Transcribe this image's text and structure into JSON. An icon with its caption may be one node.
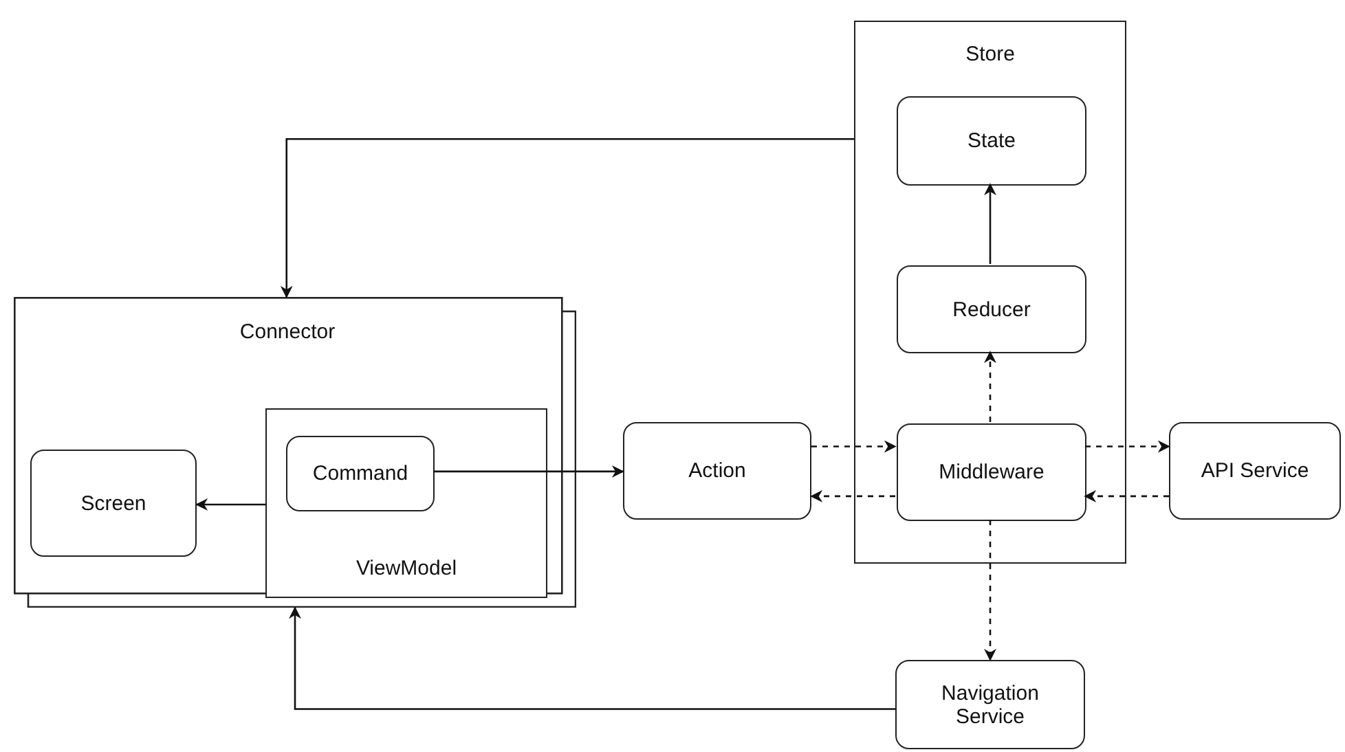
{
  "diagram": {
    "nodes": [
      {
        "text": [
          "Connector"
        ]
      },
      {
        "text": [
          "Screen"
        ],
        "in": 0
      },
      {
        "text": [
          "ViewModel"
        ],
        "in": 0
      },
      {
        "text": [
          "Command"
        ],
        "in": 2
      },
      {
        "text": [
          "Store"
        ]
      },
      {
        "text": [
          "State"
        ],
        "in": 4
      },
      {
        "text": [
          "Reducer"
        ],
        "in": 4
      },
      {
        "text": [
          "Middleware"
        ],
        "in": 4
      },
      {
        "text": [
          "Action"
        ]
      },
      {
        "text": [
          "API Service"
        ]
      },
      {
        "text": [
          "Navigation Service"
        ]
      }
    ],
    "edges": [
      {
        "from": 4,
        "to": 0,
        "arrow": "to"
      },
      {
        "from": 2,
        "to": 1,
        "arrow": "to"
      },
      {
        "from": 3,
        "to": 8,
        "arrow": "to"
      },
      {
        "from": 8,
        "to": 7,
        "arrow": "to",
        "style": "dashed"
      },
      {
        "from": 7,
        "to": 8,
        "arrow": "to",
        "style": "dashed"
      },
      {
        "from": 7,
        "to": 6,
        "arrow": "to",
        "style": "dashed"
      },
      {
        "from": 6,
        "to": 5,
        "arrow": "to"
      },
      {
        "from": 7,
        "to": 9,
        "arrow": "to",
        "style": "dashed"
      },
      {
        "from": 9,
        "to": 7,
        "arrow": "to",
        "style": "dashed"
      },
      {
        "from": 7,
        "to": 10,
        "arrow": "to",
        "style": "dashed"
      },
      {
        "from": 10,
        "to": 0,
        "arrow": "to"
      }
    ]
  }
}
